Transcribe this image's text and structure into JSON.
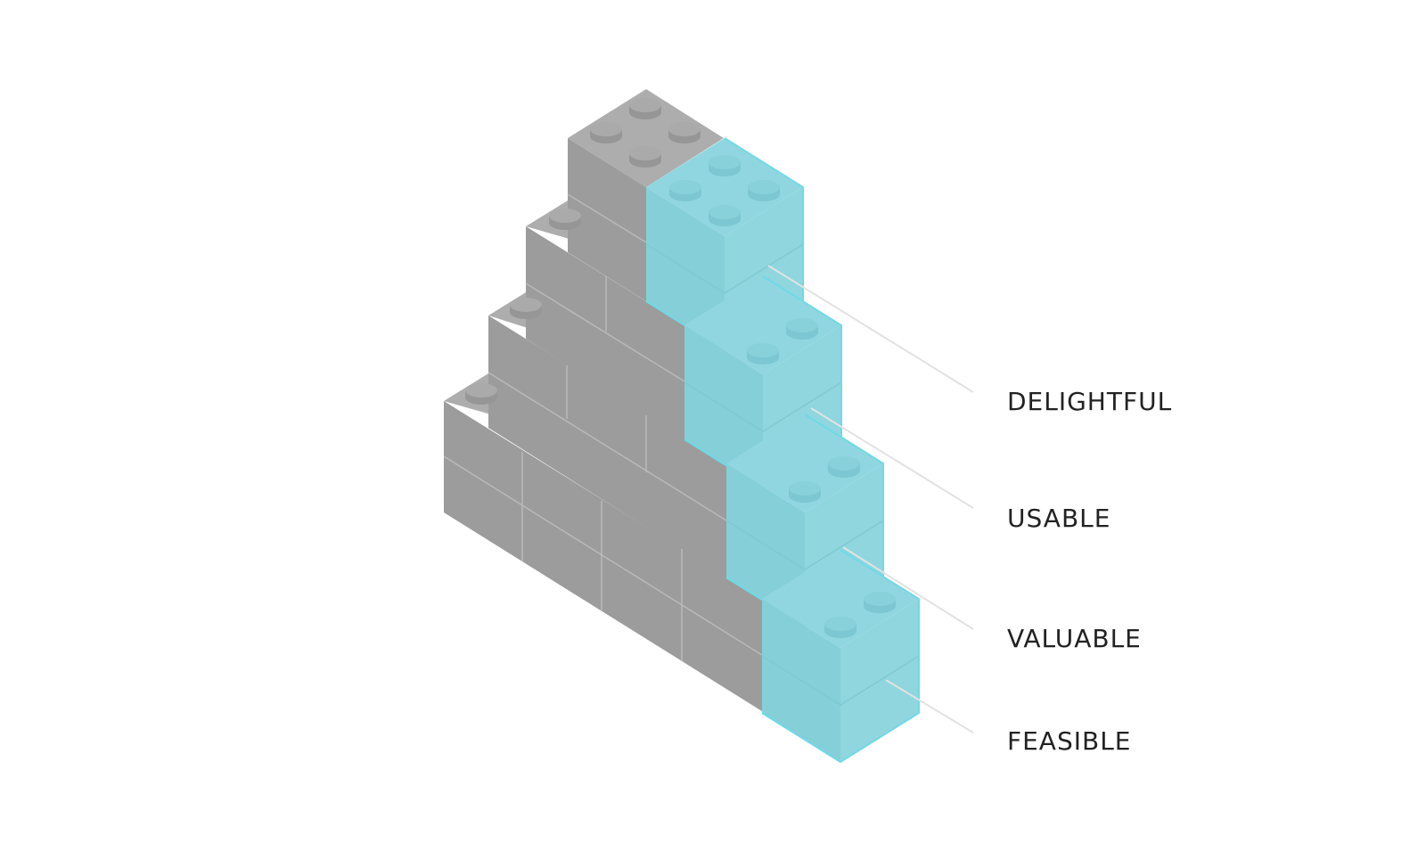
{
  "colors": {
    "background": "#ffffff",
    "gray_front": "#9c9c9c",
    "gray_side": "#a2a2a2",
    "gray_top": "#adadad",
    "gray_stud": "#aaaaaa",
    "gray_stud_shadow": "#969696",
    "seam": "#b9b9b9",
    "cyan_front": "#85cfd9",
    "cyan_side": "#8fd6df",
    "cyan_top": "#90d6e0",
    "cyan_stud": "#88d0da",
    "cyan_stud_shadow": "#7cc7d1",
    "cyan_edge": "#6fd9e7",
    "leader": "#e2e2e2",
    "label_text": "#222222"
  },
  "labels": [
    {
      "id": "delightful",
      "text": "DELIGHTFUL"
    },
    {
      "id": "usable",
      "text": "USABLE"
    },
    {
      "id": "valuable",
      "text": "VALUABLE"
    },
    {
      "id": "feasible",
      "text": "FEASIBLE"
    }
  ]
}
